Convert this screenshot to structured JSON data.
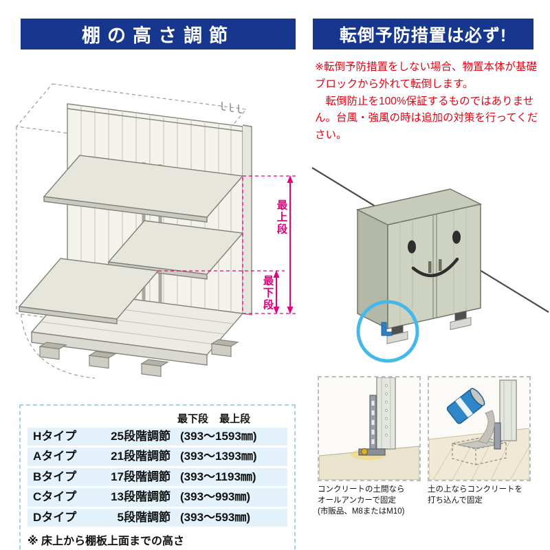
{
  "colors": {
    "header_bg": "#17368d",
    "accent_magenta": "#e4007f",
    "warning_red": "#e60012",
    "table_border": "#9fd4ec",
    "row_bg": "#e2f1fa",
    "highlight_circle": "#45b8ea"
  },
  "left": {
    "header": "棚の高さ調節",
    "diagram": {
      "top_label": "最上段",
      "bottom_label": "最下段"
    },
    "table": {
      "col_header": "最下段 最上段",
      "rows": [
        {
          "type": "Hタイプ",
          "steps": "25段階調節",
          "range": "(393〜1593㎜)"
        },
        {
          "type": "Aタイプ",
          "steps": "21段階調節",
          "range": "(393〜1393㎜)"
        },
        {
          "type": "Bタイプ",
          "steps": "17段階調節",
          "range": "(393〜1193㎜)"
        },
        {
          "type": "Cタイプ",
          "steps": "13段階調節",
          "range": "(393〜993㎜)"
        },
        {
          "type": "Dタイプ",
          "steps": "5段階調節",
          "range": "(393〜593㎜)"
        }
      ],
      "note": "※ 床上から棚板上面までの高さ"
    }
  },
  "right": {
    "header": "転倒予防措置は必ず!",
    "warning": "※転倒予防措置をしない場合、物置本体が基礎ブロックから外れて転倒します。\n　転倒防止を100%保証するものではありません。台風・強風の時は追加の対策を行ってください。",
    "captions": [
      "コンクリートの土間なら\nオールアンカーで固定\n(市販品、M8またはM10)",
      "土の上ならコンクリートを\n打ち込んで固定"
    ]
  }
}
